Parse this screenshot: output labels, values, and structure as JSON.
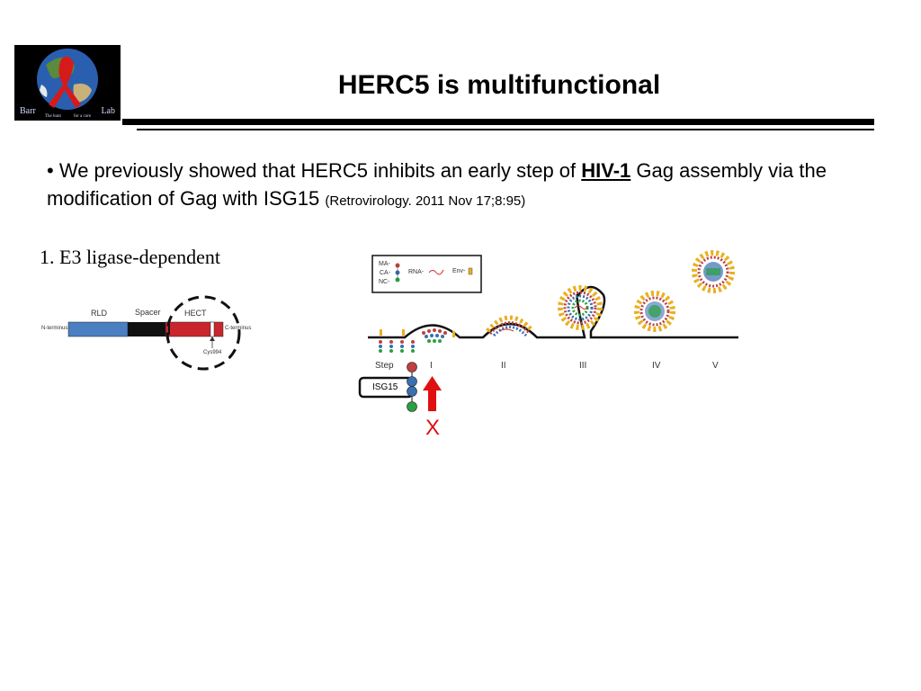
{
  "logo": {
    "left": "Barr",
    "mid1": "The hunt",
    "mid2": "for a cure",
    "right": "Lab"
  },
  "title": "HERC5 is multifunctional",
  "bullet": {
    "marker": "•",
    "pre": "We previously showed that HERC5 inhibits an early step of ",
    "highlight": "HIV-1",
    "post": " Gag assembly via the modification of Gag with ISG15 ",
    "citation": "(Retrovirology. 2011 Nov 17;8:95)"
  },
  "item1": "1.  E3 ligase-dependent",
  "domain_figure": {
    "rld": "RLD",
    "spacer": "Spacer",
    "hect": "HECT",
    "n_terminus": "N-terminus",
    "c_terminus": "C-terminus",
    "residue": "Cys994",
    "colors": {
      "rld": "#4a7fc1",
      "spacer": "#111111",
      "hect": "#c8262c"
    }
  },
  "assembly_figure": {
    "legend": {
      "ma": "MA-",
      "ca": "CA-",
      "nc": "NC-",
      "rna": "RNA-",
      "env": "Env-"
    },
    "steps_label": "Step",
    "steps": [
      "I",
      "II",
      "III",
      "IV",
      "V"
    ],
    "isg15": "ISG15",
    "block": "X",
    "colors": {
      "ma": "#c04040",
      "ca": "#3a6fb0",
      "nc": "#2aa040",
      "env": "#e8b020",
      "arrow": "#e01010"
    }
  }
}
